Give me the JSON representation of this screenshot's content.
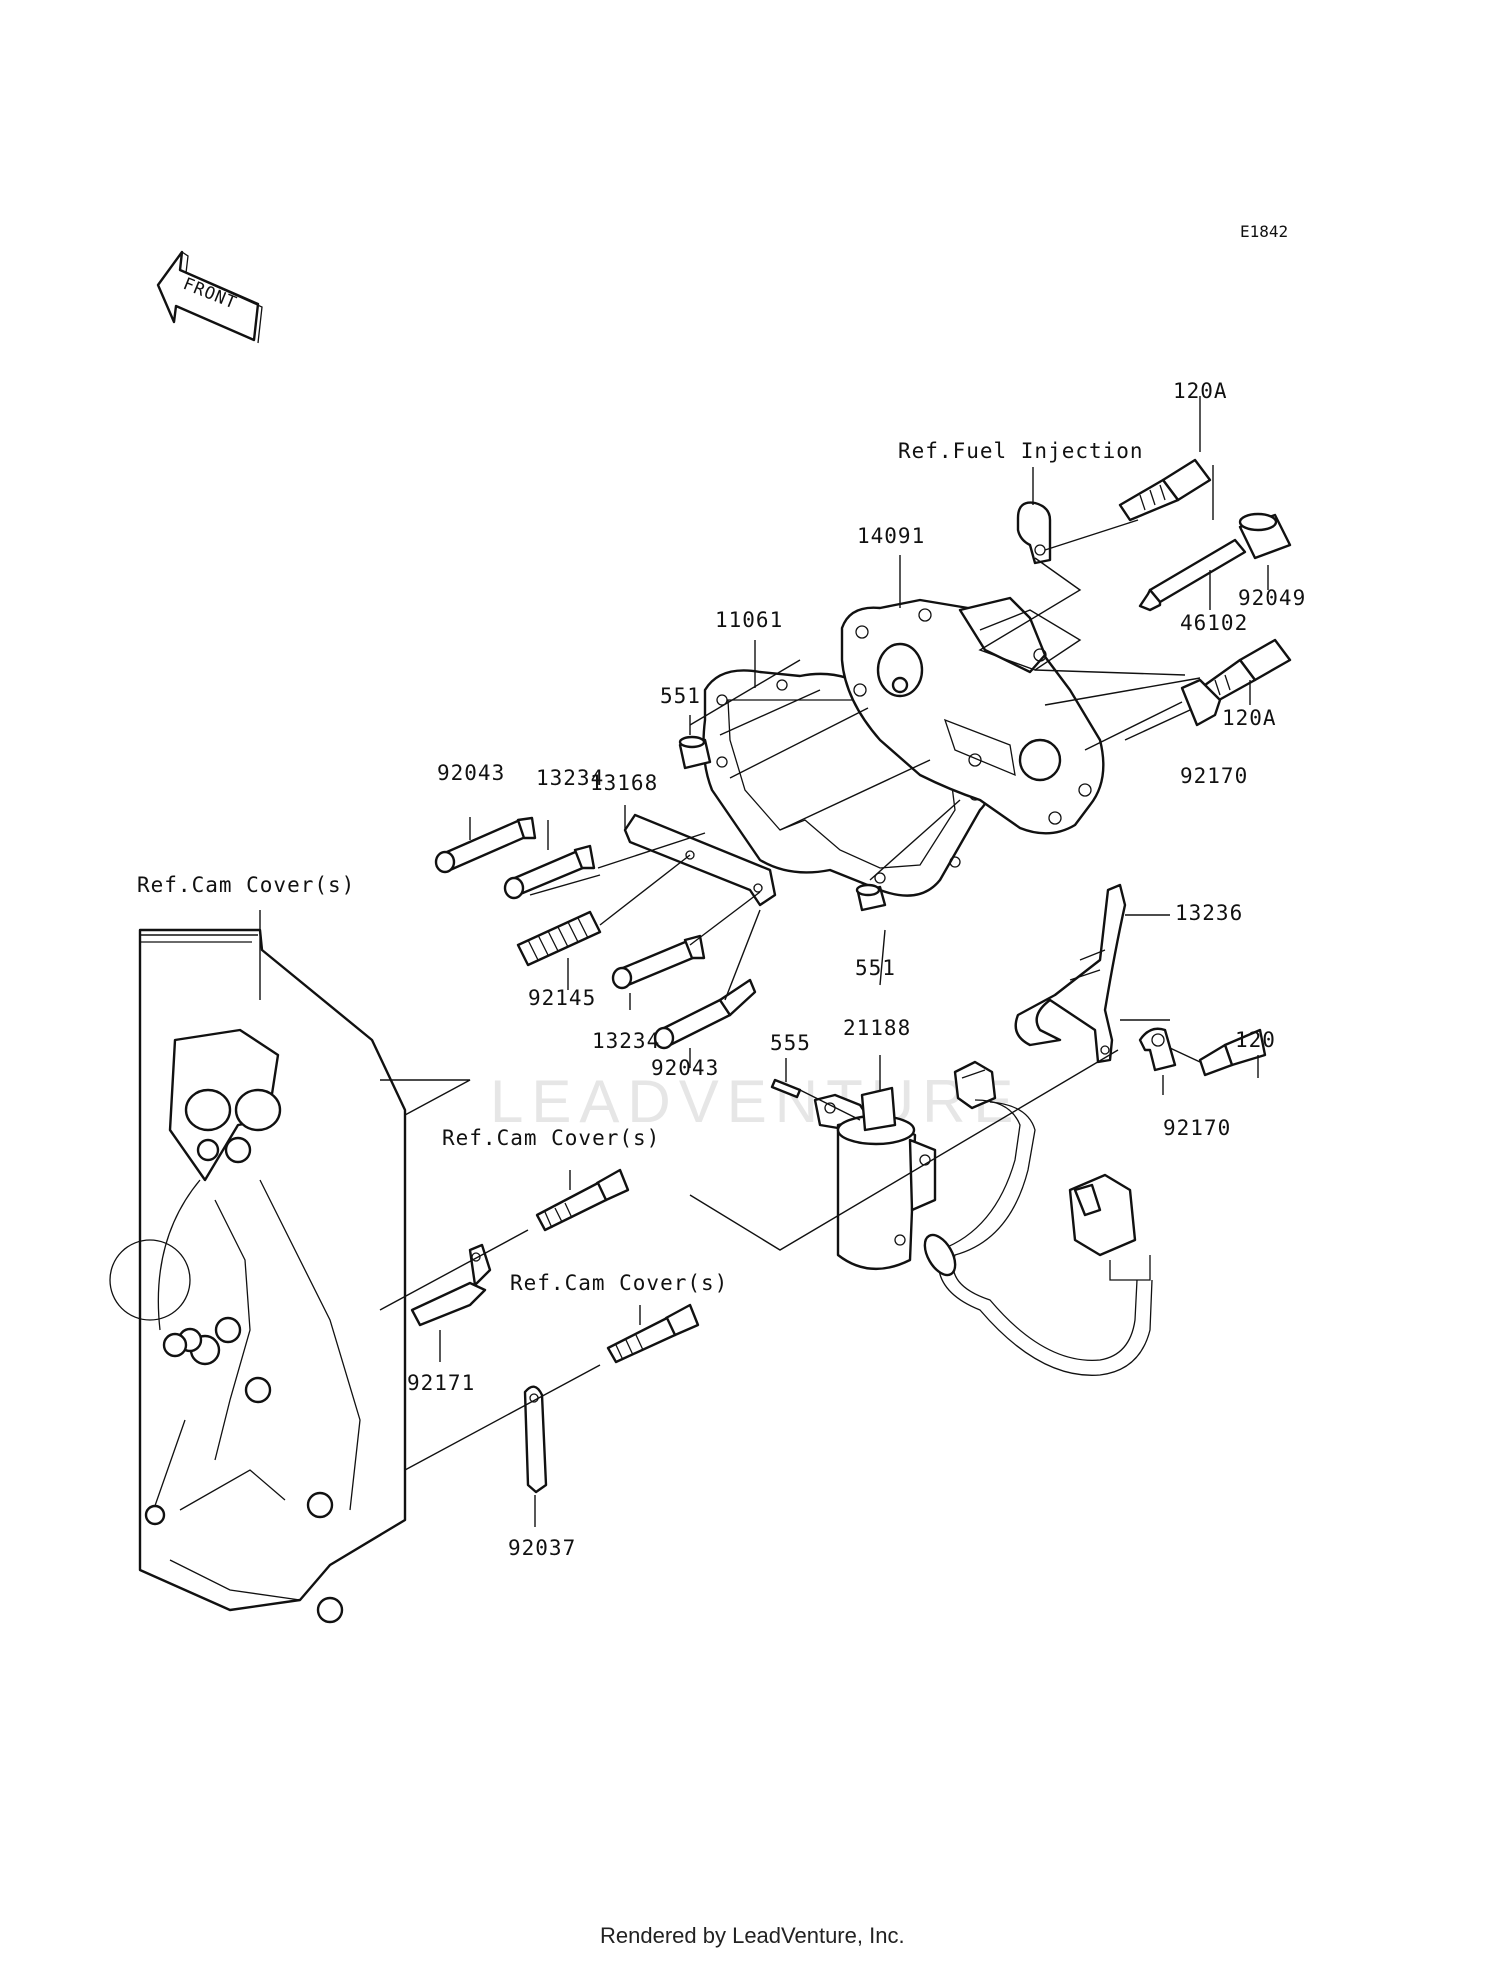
{
  "diagram_code": "E1842",
  "front_label": "FRONT",
  "watermark": "LEADVENTURE",
  "references": {
    "fuel_injection": "Ref.Fuel Injection",
    "cam_cover_left": "Ref.Cam Cover(s)",
    "cam_cover_mid": "Ref.Cam Cover(s)",
    "cam_cover_low": "Ref.Cam Cover(s)"
  },
  "parts": {
    "p120A_top": "120A",
    "p92049": "92049",
    "p46102": "46102",
    "p14091": "14091",
    "p11061": "11061",
    "p551_top": "551",
    "p13168": "13168",
    "p92043_top": "92043",
    "p13234_top": "13234",
    "p120A_right": "120A",
    "p92170_top": "92170",
    "p13236": "13236",
    "p551_low": "551",
    "p92145": "92145",
    "p13234_low": "13234",
    "p92043_low": "92043",
    "p555": "555",
    "p21188": "21188",
    "p120": "120",
    "p92170_low": "92170",
    "p92171": "92171",
    "p92037": "92037"
  },
  "footer": "Rendered by LeadVenture, Inc."
}
